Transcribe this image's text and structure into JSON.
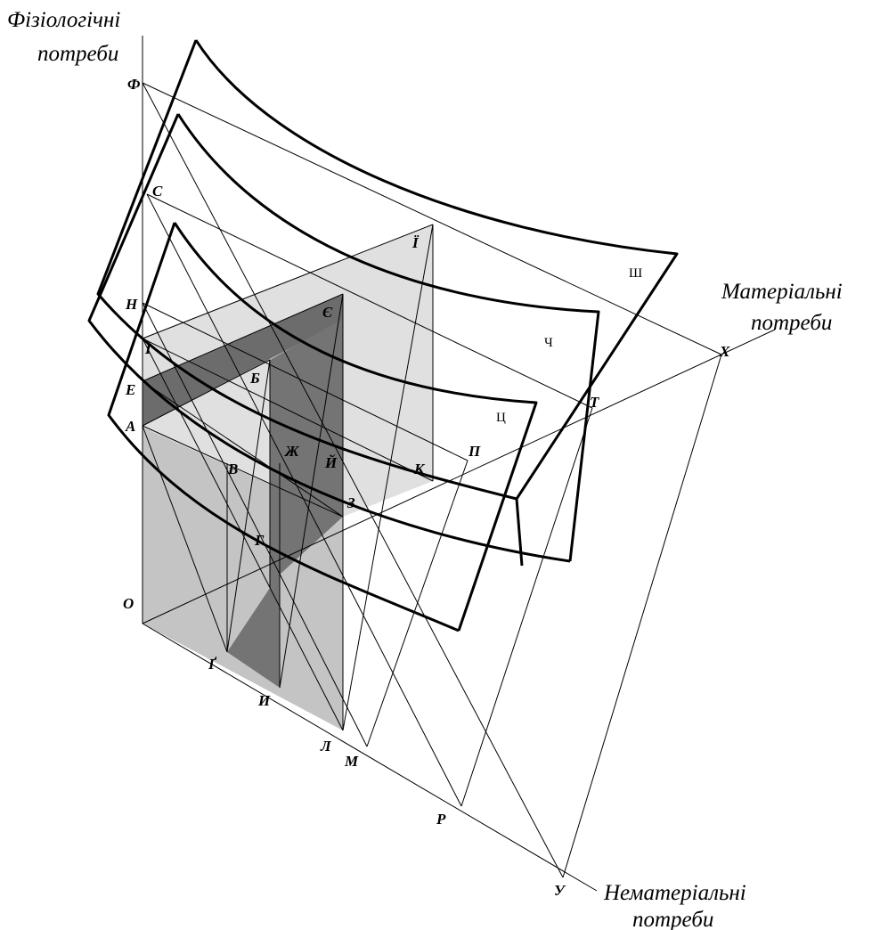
{
  "axes": {
    "vertical": [
      "Фізіологічні",
      "потреби"
    ],
    "right": [
      "Матеріальні",
      "потреби"
    ],
    "bottom": [
      "Нематеріальні",
      "потреби"
    ]
  },
  "points": {
    "O": "О",
    "A": "А",
    "E": "Е",
    "I": "І",
    "H": "Н",
    "S": "С",
    "F": "Ф",
    "B": "Б",
    "V": "В",
    "G": "Г",
    "Zh": "Ж",
    "Y": "Й",
    "Z": "З",
    "Ye": "Є",
    "Yi": "Ї",
    "K": "К",
    "P": "П",
    "T": "Т",
    "X": "Х",
    "Gg": "Ґ",
    "Y2": "И",
    "L": "Л",
    "M": "М",
    "R": "Р",
    "U": "У"
  },
  "surfaces": {
    "ts": "Ц",
    "ch": "Ч",
    "sh": "Ш"
  }
}
